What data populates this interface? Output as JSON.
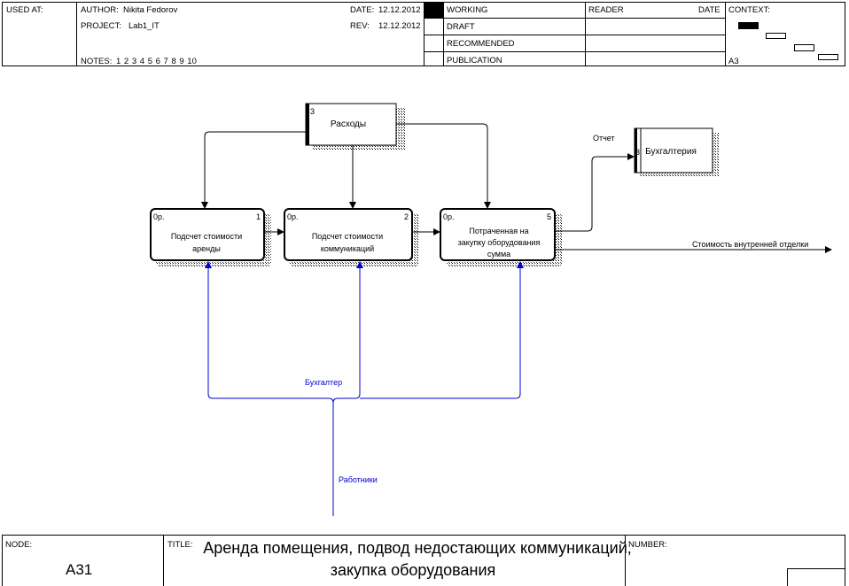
{
  "header": {
    "used_at_label": "USED AT:",
    "author_label": "AUTHOR:",
    "author": "Nikita Fedorov",
    "project_label": "PROJECT:",
    "project": "Lab1_IT",
    "notes_label": "NOTES:",
    "notes": "1  2  3  4  5  6  7  8  9  10",
    "date_label": "DATE:",
    "date": "12.12.2012",
    "rev_label": "REV:",
    "rev": "12.12.2012",
    "status": [
      "WORKING",
      "DRAFT",
      "RECOMMENDED",
      "PUBLICATION"
    ],
    "reader_label": "READER",
    "reader_date_label": "DATE",
    "context_label": "CONTEXT:",
    "context_node": "A3"
  },
  "diagram": {
    "external_expense": {
      "number": "3",
      "label": "Расходы"
    },
    "external_accounting": {
      "number": "3",
      "label": "Бухгалтерия"
    },
    "activities": [
      {
        "cost": "0р.",
        "number": "1",
        "lines": [
          "Подсчет стоимости",
          "аренды"
        ]
      },
      {
        "cost": "0р.",
        "number": "2",
        "lines": [
          "Подсчет стоимости",
          "коммуникаций"
        ]
      },
      {
        "cost": "0р.",
        "number": "5",
        "lines": [
          "Потраченная на",
          "закупку оборудования",
          "сумма"
        ]
      }
    ],
    "arrow_labels": {
      "report": "Отчет",
      "interior_cost": "Стоимость внутренней отделки",
      "accountant": "Бухгалтер",
      "workers": "Работники"
    },
    "colors": {
      "mechanism": "#0000cc",
      "line": "#000000"
    }
  },
  "footer": {
    "node_label": "NODE:",
    "node": "A31",
    "title_label": "TITLE:",
    "title_line1": "Аренда помещения, подвод недостающих коммуникаций,",
    "title_line2": "закупка оборудования",
    "number_label": "NUMBER:"
  }
}
